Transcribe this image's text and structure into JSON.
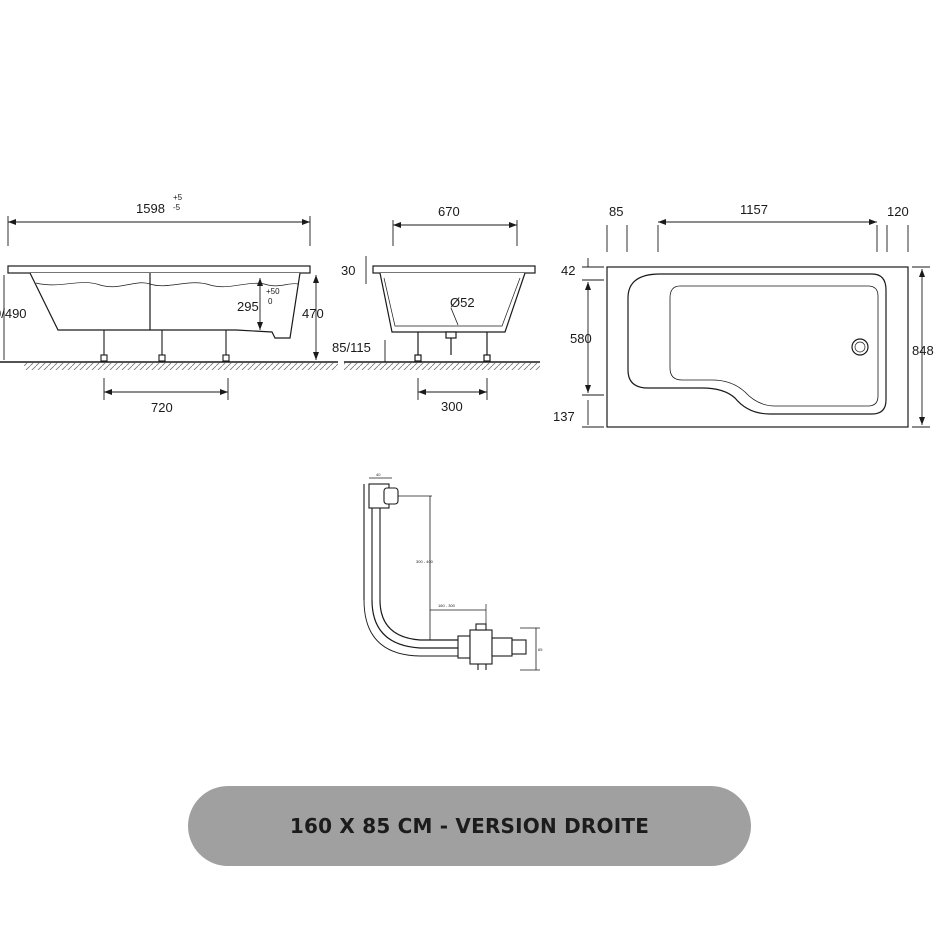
{
  "side_view": {
    "length": "1598",
    "length_tol_plus": "+5",
    "length_tol_minus": "-5",
    "height_left": "0/490",
    "inner_depth": "295",
    "depth_tol_plus": "+50",
    "depth_tol_minus": "0",
    "height_right": "470",
    "leg_spacing": "720"
  },
  "end_view": {
    "width": "670",
    "rim": "30",
    "drain_diameter": "Ø52",
    "feet_height": "85/115",
    "feet_spacing": "300"
  },
  "top_view": {
    "offset_left": "85",
    "inner_length": "1157",
    "offset_right": "120",
    "offset_top": "42",
    "inner_width": "580",
    "offset_bottom": "137",
    "overall_width": "848"
  },
  "drain_detail": {
    "top": "40",
    "vertical": "300 - 400",
    "horizontal": "160 - 300",
    "height": "65"
  },
  "banner": {
    "label": "160 X 85 CM - VERSION DROITE"
  }
}
